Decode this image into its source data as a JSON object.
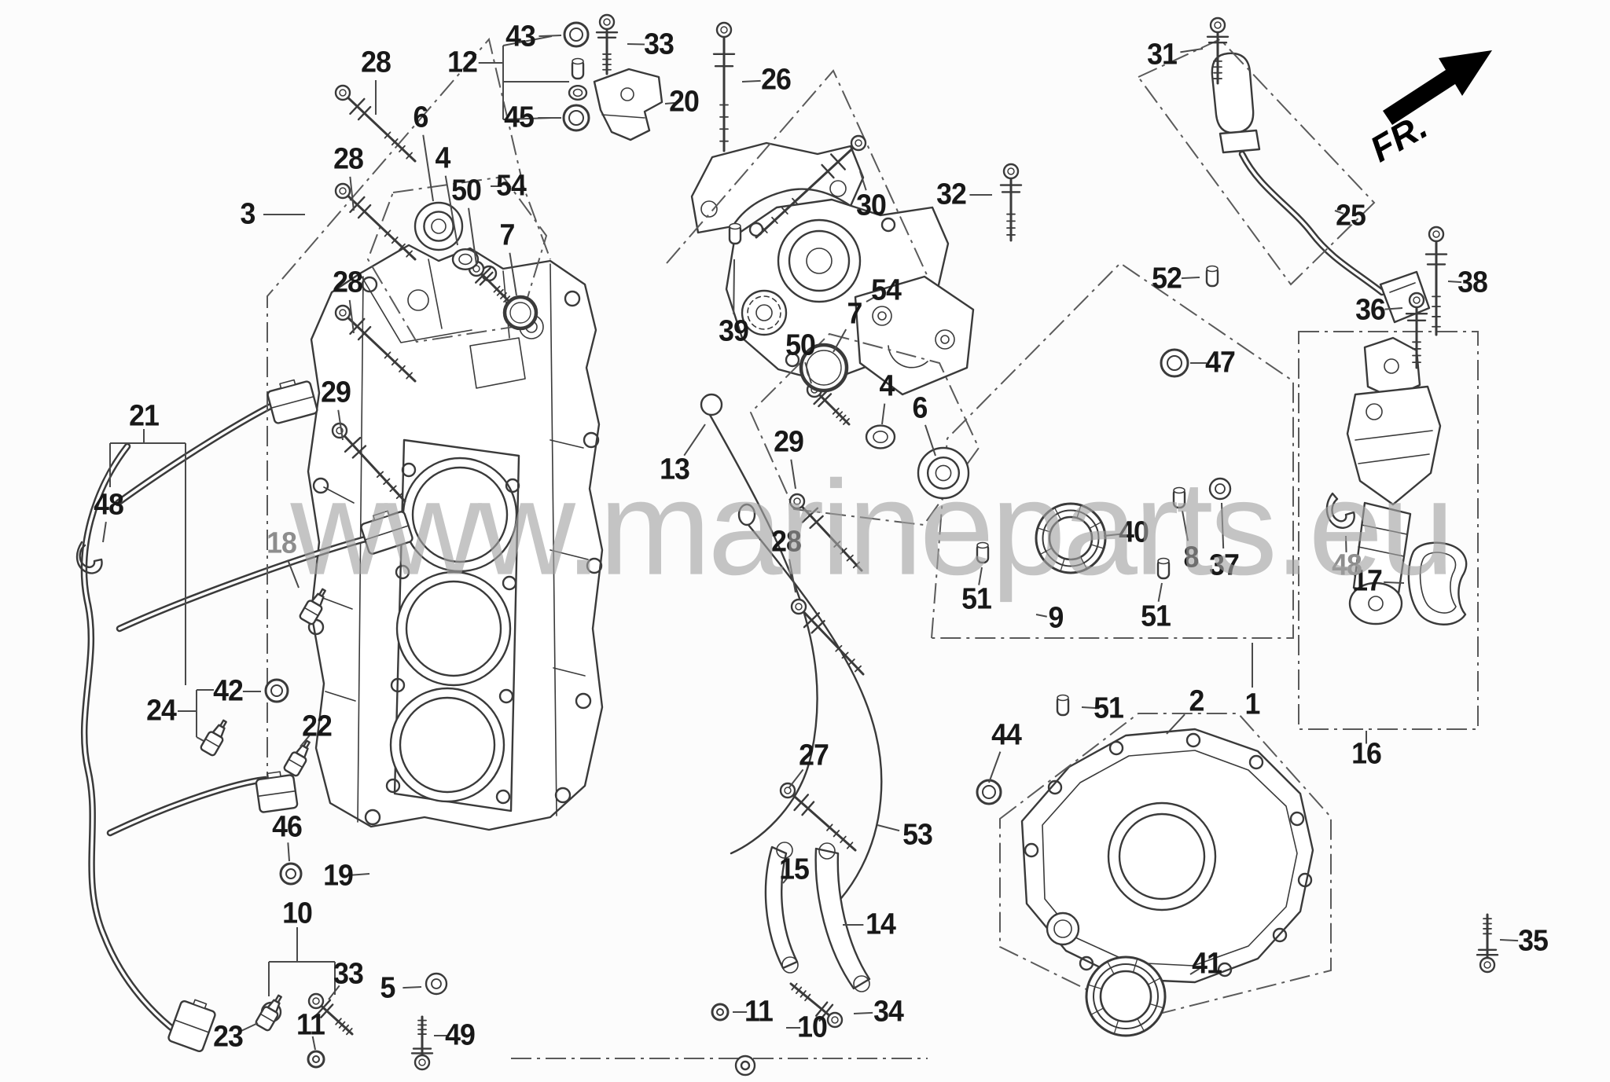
{
  "watermark": {
    "text": "www.marineparts.eu"
  },
  "direction_indicator": {
    "label": "FR."
  },
  "diagram": {
    "type": "exploded-parts-diagram",
    "subject": "outboard-engine-cylinder-block",
    "line_color": "#3a3a3a",
    "label_color": "#181818",
    "watermark_color": "#a3a3a3",
    "labels": [
      [
        "3",
        315,
        273,
        388,
        273
      ],
      [
        "28",
        478,
        80,
        478,
        146
      ],
      [
        "28",
        443,
        203,
        450,
        268
      ],
      [
        "28",
        442,
        360,
        450,
        424
      ],
      [
        "29",
        427,
        500,
        436,
        560
      ],
      [
        "6",
        535,
        150,
        551,
        256
      ],
      [
        "4",
        563,
        202,
        582,
        312
      ],
      [
        "50",
        593,
        243,
        606,
        336
      ],
      [
        "54",
        650,
        237,
        624,
        237
      ],
      [
        "7",
        645,
        300,
        657,
        376
      ],
      [
        "12",
        588,
        80,
        634,
        80
      ],
      [
        "43",
        662,
        47,
        714,
        45
      ],
      [
        "45",
        660,
        150,
        714,
        150
      ],
      [
        "33",
        838,
        57,
        798,
        56
      ],
      [
        "20",
        870,
        130,
        846,
        132
      ],
      [
        "26",
        987,
        102,
        944,
        104
      ],
      [
        "30",
        1108,
        262,
        1094,
        218
      ],
      [
        "32",
        1210,
        248,
        1262,
        248
      ],
      [
        "39",
        933,
        422,
        934,
        330
      ],
      [
        "7",
        1087,
        400,
        1060,
        448
      ],
      [
        "54",
        1127,
        370,
        1102,
        384
      ],
      [
        "50",
        1018,
        440,
        1032,
        488
      ],
      [
        "4",
        1128,
        492,
        1122,
        540
      ],
      [
        "6",
        1170,
        520,
        1190,
        580
      ],
      [
        "29",
        1003,
        563,
        1012,
        622
      ],
      [
        "28",
        1000,
        690,
        1012,
        754
      ],
      [
        "13",
        858,
        598,
        897,
        540
      ],
      [
        "27",
        1035,
        962,
        1004,
        1002
      ],
      [
        "53",
        1167,
        1063,
        1116,
        1050
      ],
      [
        "15",
        1010,
        1107,
        996,
        1124
      ],
      [
        "14",
        1120,
        1177,
        1072,
        1177
      ],
      [
        "11",
        965,
        1288,
        932,
        1288
      ],
      [
        "10",
        1033,
        1308,
        1000,
        1308
      ],
      [
        "34",
        1130,
        1288,
        1086,
        1290
      ],
      [
        "21",
        183,
        530,
        0,
        0
      ],
      [
        "48",
        138,
        643,
        131,
        690
      ],
      [
        "18",
        358,
        692,
        380,
        748,
        1
      ],
      [
        "24",
        205,
        905,
        0,
        0
      ],
      [
        "42",
        290,
        880,
        332,
        880
      ],
      [
        "22",
        403,
        925,
        382,
        950
      ],
      [
        "46",
        365,
        1053,
        368,
        1096
      ],
      [
        "19",
        430,
        1115,
        470,
        1112
      ],
      [
        "10",
        378,
        1163,
        0,
        0
      ],
      [
        "33",
        443,
        1240,
        418,
        1272
      ],
      [
        "23",
        290,
        1320,
        328,
        1302
      ],
      [
        "11",
        395,
        1305,
        401,
        1336
      ],
      [
        "5",
        493,
        1258,
        536,
        1256
      ],
      [
        "49",
        585,
        1318,
        552,
        1318
      ],
      [
        "31",
        1478,
        70,
        1530,
        62
      ],
      [
        "25",
        1718,
        275,
        1698,
        268
      ],
      [
        "52",
        1484,
        355,
        1526,
        353
      ],
      [
        "36",
        1743,
        395,
        1784,
        392
      ],
      [
        "38",
        1873,
        360,
        1842,
        358
      ],
      [
        "47",
        1552,
        462,
        1514,
        462
      ],
      [
        "40",
        1442,
        678,
        1404,
        682
      ],
      [
        "8",
        1515,
        710,
        1504,
        650
      ],
      [
        "37",
        1557,
        720,
        1554,
        640
      ],
      [
        "51",
        1242,
        763,
        1249,
        722
      ],
      [
        "9",
        1343,
        787,
        1318,
        782
      ],
      [
        "51",
        1470,
        785,
        1478,
        742
      ],
      [
        "51",
        1410,
        902,
        1376,
        900
      ],
      [
        "44",
        1280,
        936,
        1258,
        996
      ],
      [
        "2",
        1522,
        893,
        1484,
        934
      ],
      [
        "1",
        1593,
        897,
        1593,
        818
      ],
      [
        "16",
        1738,
        960,
        1738,
        930
      ],
      [
        "17",
        1739,
        740,
        1786,
        742
      ],
      [
        "48",
        1713,
        720,
        1712,
        682,
        1
      ],
      [
        "41",
        1535,
        1227,
        1514,
        1240
      ],
      [
        "35",
        1950,
        1198,
        1908,
        1196
      ]
    ],
    "parts": [
      [
        "bolt",
        436,
        118,
        528,
        205
      ],
      [
        "bolt",
        436,
        243,
        528,
        330
      ],
      [
        "bolt",
        436,
        398,
        528,
        485
      ],
      [
        "bolt",
        432,
        548,
        515,
        638
      ],
      [
        "bolt",
        921,
        38,
        921,
        192
      ],
      [
        "bolt",
        772,
        28,
        772,
        94
      ],
      [
        "bolt",
        1092,
        182,
        962,
        302
      ],
      [
        "bolt",
        1286,
        218,
        1286,
        306
      ],
      [
        "bolt",
        1014,
        638,
        1096,
        726
      ],
      [
        "bolt",
        1016,
        772,
        1098,
        858
      ],
      [
        "bolt",
        606,
        342,
        648,
        384
      ],
      [
        "bolt",
        1036,
        496,
        1080,
        540
      ],
      [
        "bolt",
        1002,
        1006,
        1088,
        1082
      ],
      [
        "bolt",
        1062,
        1298,
        1006,
        1252
      ],
      [
        "bolt",
        1892,
        1228,
        1892,
        1164
      ],
      [
        "bolt",
        537,
        1352,
        537,
        1294
      ],
      [
        "bolt",
        402,
        1274,
        448,
        1316
      ],
      [
        "bolt",
        1549,
        32,
        1549,
        106
      ],
      [
        "bolt",
        1802,
        382,
        1802,
        468
      ],
      [
        "bolt",
        1827,
        298,
        1827,
        426
      ],
      [
        "ring",
        733,
        44,
        15,
        8
      ],
      [
        "ring",
        733,
        150,
        16,
        9
      ],
      [
        "ring",
        352,
        879,
        14,
        7
      ],
      [
        "ring",
        370,
        1112,
        13,
        6
      ],
      [
        "ring",
        1494,
        462,
        17,
        9
      ],
      [
        "ring",
        916,
        1288,
        10,
        4
      ],
      [
        "ring",
        402,
        1348,
        10,
        4
      ],
      [
        "ring",
        1258,
        1008,
        15,
        8
      ],
      [
        "oring",
        662,
        398,
        20
      ],
      [
        "oring",
        1048,
        468,
        29
      ],
      [
        "grom",
        558,
        288,
        30
      ],
      [
        "grom",
        1200,
        602,
        32
      ],
      [
        "bush",
        592,
        330,
        16
      ],
      [
        "bush",
        1120,
        556,
        18
      ],
      [
        "bush",
        735,
        118,
        11
      ],
      [
        "seal",
        1362,
        685,
        44,
        27
      ],
      [
        "seal",
        1432,
        1268,
        50,
        32
      ],
      [
        "pin",
        1250,
        704
      ],
      [
        "pin",
        1480,
        724
      ],
      [
        "pin",
        1352,
        898
      ],
      [
        "pin",
        1542,
        352
      ],
      [
        "pin",
        935,
        298
      ],
      [
        "pin",
        1500,
        634
      ],
      [
        "pin",
        735,
        88
      ],
      [
        "cup",
        555,
        1252
      ],
      [
        "cup",
        1552,
        622
      ],
      [
        "plug",
        345,
        1288
      ],
      [
        "plug",
        948,
        1356
      ],
      [
        "sensor",
        378,
        968,
        210
      ],
      [
        "sensor",
        342,
        1292,
        210
      ],
      [
        "sensor",
        272,
        942,
        210
      ],
      [
        "sensor",
        398,
        775,
        210
      ],
      [
        "conn",
        372,
        512,
        56,
        42,
        -15
      ],
      [
        "conn",
        492,
        678,
        58,
        40,
        -18
      ],
      [
        "conn",
        352,
        1010,
        48,
        42,
        -8
      ],
      [
        "conn",
        244,
        1306,
        46,
        54,
        20
      ]
    ],
    "group_boxes": [
      [
        "340,1008 340,377 622,50 666,238 700,330",
        0
      ],
      [
        "500,245 640,225 695,300 660,415 530,435 468,330",
        1
      ],
      [
        "1055,425 1195,462 1245,570 1175,668 1010,648 955,525",
        1
      ],
      [
        "848,335 1060,90 1180,352",
        0
      ],
      [
        "1185,812 1205,558 1425,335 1645,485 1645,812",
        1
      ],
      [
        "1272,1042 1448,908 1575,908 1693,1040 1693,1235 1455,1295 1272,1205",
        1
      ],
      [
        "1652,422 1880,422 1880,928 1652,928",
        1
      ],
      [
        "1448,98 1552,50 1748,258 1642,362",
        1
      ],
      [
        "650,1347 1180,1347",
        0
      ]
    ],
    "bracket_lines": [
      [
        640,
        58,
        640,
        152
      ],
      [
        640,
        80,
        612,
        80
      ],
      [
        640,
        58,
        702,
        46
      ],
      [
        640,
        152,
        702,
        150
      ],
      [
        640,
        104,
        724,
        104
      ],
      [
        183,
        546,
        183,
        564
      ],
      [
        140,
        564,
        236,
        564
      ],
      [
        140,
        564,
        140,
        620
      ],
      [
        236,
        564,
        236,
        872
      ],
      [
        226,
        905,
        250,
        905
      ],
      [
        250,
        878,
        250,
        938
      ],
      [
        250,
        878,
        272,
        878
      ],
      [
        250,
        938,
        272,
        950
      ],
      [
        378,
        1180,
        378,
        1224
      ],
      [
        342,
        1224,
        426,
        1224
      ],
      [
        342,
        1224,
        342,
        1268
      ],
      [
        426,
        1224,
        426,
        1266
      ]
    ]
  }
}
